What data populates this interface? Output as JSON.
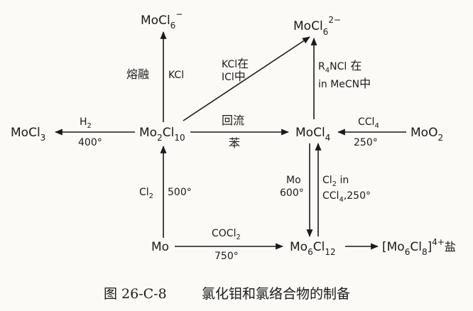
{
  "species": {
    "mocl6_minus": "MoCl6−",
    "mocl6_2minus": "MoCl62−",
    "mocl3": "MoCl3",
    "mo2cl10": "Mo2Cl10",
    "mocl4": "MoCl4",
    "moo2": "MoO2",
    "mo": "Mo",
    "mo6cl12": "Mo6Cl12",
    "mo6cl8_salt": "[Mo6Cl8]4+盐"
  },
  "conditions": {
    "fuse": "熔融",
    "kcl": "KCl",
    "kcl_in_icl": "KCl在 ICl中",
    "r4ncl_in_mecn": "R4NCl在 in MeCN中",
    "h2": "H2",
    "t400": "400°",
    "reflux": "回流",
    "benzene": "苯",
    "ccl4": "CCl4",
    "t250": "250°",
    "cl2": "Cl2",
    "t500": "500°",
    "mo_reagent": "Mo",
    "t600": "600°",
    "cl2_in_ccl4": "Cl2 in CCl4,250°",
    "cocl2": "COCl2",
    "t750": "750°"
  },
  "caption": {
    "figure_number": "图 26-C-8",
    "title": "氯化钼和氯络合物的制备"
  }
}
